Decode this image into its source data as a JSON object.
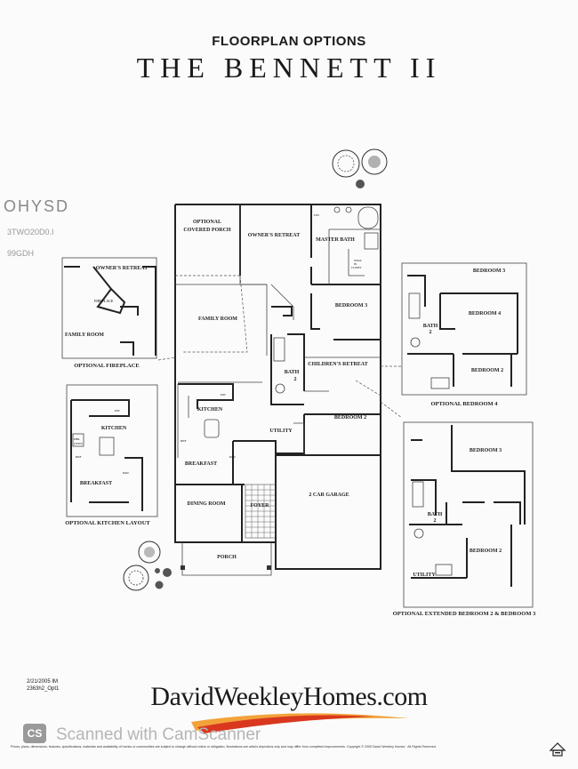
{
  "header": {
    "subtitle": "FLOORPLAN OPTIONS",
    "title": "THE BENNETT II"
  },
  "main_plan": {
    "rooms": {
      "covered_porch": [
        "OPTIONAL",
        "COVERED PORCH"
      ],
      "owners_retreat": "OWNER'S RETREAT",
      "master_bath": "MASTER BATH",
      "walk_in_closet": [
        "WALK",
        "IN",
        "CLOSET"
      ],
      "family_room": "FAMILY ROOM",
      "bedroom3": "BEDROOM 3",
      "bath2": [
        "BATH",
        "2"
      ],
      "childrens_retreat": "CHILDREN'S RETREAT",
      "kitchen": "KITCHEN",
      "bedroom2": "BEDROOM 2",
      "utility": "UTILITY",
      "breakfast": "BREAKFAST",
      "dining_room": "DINING ROOM",
      "foyer": "FOYER",
      "garage": "2 CAR GARAGE",
      "porch": "PORCH",
      "pantry": "PAN",
      "refrigerator": "REF",
      "linen": "LIN",
      "dishwasher": "DW"
    }
  },
  "options": {
    "fireplace": {
      "caption": "OPTIONAL FIREPLACE",
      "rooms": {
        "owners_retreat": "OWNER'S RETREAT",
        "fireplace": "FIREPLACE",
        "family_room": "FAMILY ROOM"
      }
    },
    "kitchen_layout": {
      "caption": "OPTIONAL KITCHEN LAYOUT",
      "rooms": {
        "kitchen": "KITCHEN",
        "breakfast": "BREAKFAST",
        "dw": "DW",
        "ref": "REF",
        "pan": "PAN",
        "dbl_oven": [
          "DBL",
          "OVEN"
        ]
      }
    },
    "bedroom4": {
      "caption": "OPTIONAL BEDROOM 4",
      "rooms": {
        "bedroom3": "BEDROOM 3",
        "bedroom4": "BEDROOM 4",
        "bath2": [
          "BATH",
          "2"
        ],
        "bedroom2": "BEDROOM 2"
      }
    },
    "extended": {
      "caption": "OPTIONAL EXTENDED BEDROOM 2 & BEDROOM 3",
      "rooms": {
        "bedroom3": "BEDROOM 3",
        "bath2": [
          "BATH",
          "2"
        ],
        "bedroom2": "BEDROOM 2",
        "utility": "UTILITY"
      }
    }
  },
  "ghost_text": [
    "OHYSD",
    "3TWO20D0.I",
    "99GDH"
  ],
  "footer": {
    "date_line": "2/21/2005 IM",
    "code_line": "2363h2_Opt1",
    "brand": "DavidWeekleyHomes.com",
    "fine_print": "Prices, plans, dimensions, features, specifications, materials and availability of homes or communities are subject to change without notice or obligation. Illustrations are artist's depictions only and may differ from completed improvements. Copyright © 2005 David Weekley Homes · All Rights Reserved.",
    "scanner_icon": "CS",
    "scanner_text": "Scanned with CamScanner"
  },
  "colors": {
    "brand_swoosh_red": "#d9381e",
    "brand_swoosh_orange": "#f2a23a",
    "scanner_gray": "#9a9a9a"
  }
}
